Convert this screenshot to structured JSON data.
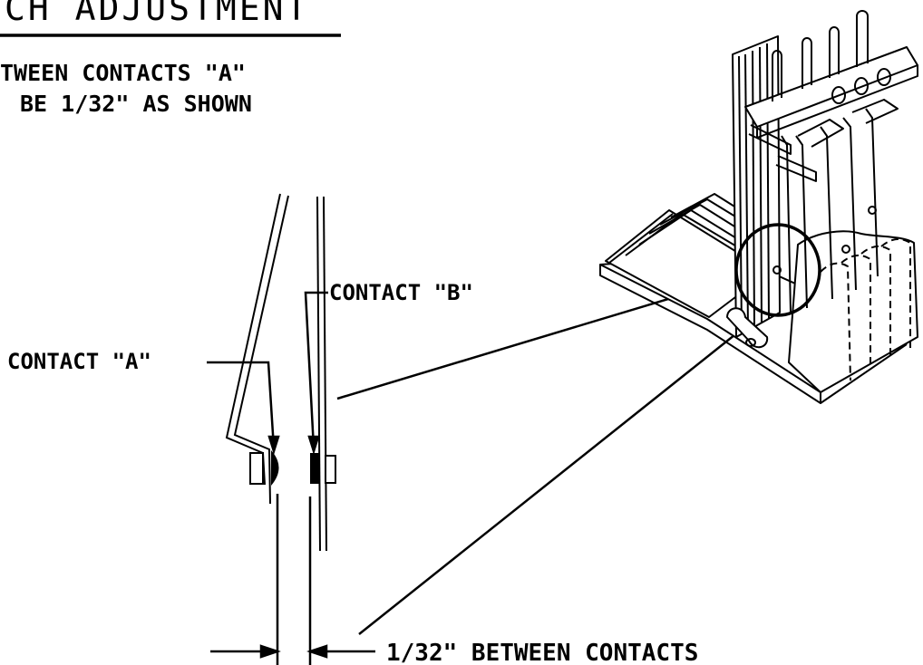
{
  "title": "CH ADJUSTMENT",
  "note_line1": "TWEEN CONTACTS \"A\"",
  "note_line2": "BE 1/32\" AS SHOWN",
  "label_contact_a": "CONTACT \"A\"",
  "label_contact_b": "CONTACT \"B\"",
  "label_gap": "1/32\" BETWEEN CONTACTS",
  "colors": {
    "ink": "#000000",
    "paper": "#ffffff"
  }
}
